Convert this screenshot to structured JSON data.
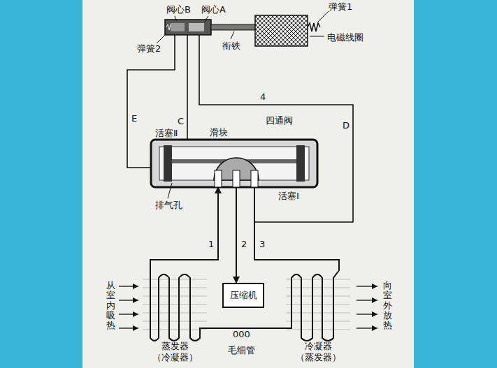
{
  "diagram": {
    "nodes": [
      {
        "text": [
          "四通阀"
        ]
      },
      {
        "text": [
          "电磁线圈"
        ]
      },
      {
        "text": [
          "压缩机"
        ]
      },
      {
        "text": [
          "蒸发器",
          "（冷凝器）"
        ]
      },
      {
        "text": [
          "冷凝器",
          "（蒸发器）"
        ]
      }
    ],
    "edges": [
      {
        "from": 3,
        "to": 0,
        "arrow": "to"
      },
      {
        "from": 0,
        "to": 2,
        "arrow": "to"
      },
      {
        "from": 0,
        "to": 4,
        "arrow": "none"
      },
      {
        "from": 3,
        "to": 4,
        "arrow": "none"
      }
    ],
    "labels": [
      "阀心B",
      "阀心A",
      "弹簧1",
      "衔铁",
      "弹簧2",
      "E",
      "C",
      "4",
      "D",
      "活塞Ⅱ",
      "滑块",
      "排气孔",
      "活塞Ⅰ",
      "1",
      "2",
      "3",
      "从室内吸热",
      "向室外放热",
      "000",
      "毛细管"
    ]
  }
}
